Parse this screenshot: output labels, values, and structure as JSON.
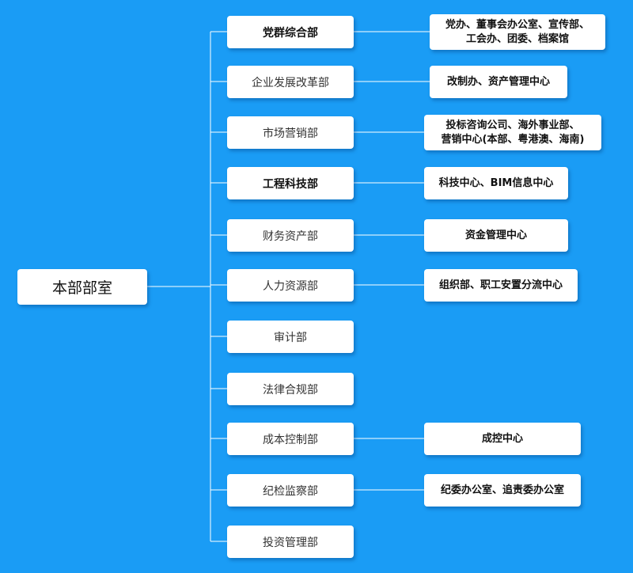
{
  "root": {
    "label": "本部部室"
  },
  "departments": [
    {
      "label": "党群综合部",
      "sub": "党办、董事会办公室、宣传部、\n工会办、团委、档案馆"
    },
    {
      "label": "企业发展改革部",
      "sub": "改制办、资产管理中心"
    },
    {
      "label": "市场营销部",
      "sub": "投标咨询公司、海外事业部、\n营销中心(本部、粤港澳、海南)"
    },
    {
      "label": "工程科技部",
      "sub": "科技中心、BIM信息中心"
    },
    {
      "label": "财务资产部",
      "sub": "资金管理中心"
    },
    {
      "label": "人力资源部",
      "sub": "组织部、职工安置分流中心"
    },
    {
      "label": "审计部",
      "sub": null
    },
    {
      "label": "法律合规部",
      "sub": null
    },
    {
      "label": "成本控制部",
      "sub": "成控中心"
    },
    {
      "label": "纪检监察部",
      "sub": "纪委办公室、追责委办公室"
    },
    {
      "label": "投资管理部",
      "sub": null
    }
  ],
  "colors": {
    "background": "#1a9cf5",
    "box": "#ffffff",
    "line": "#ffffff"
  }
}
